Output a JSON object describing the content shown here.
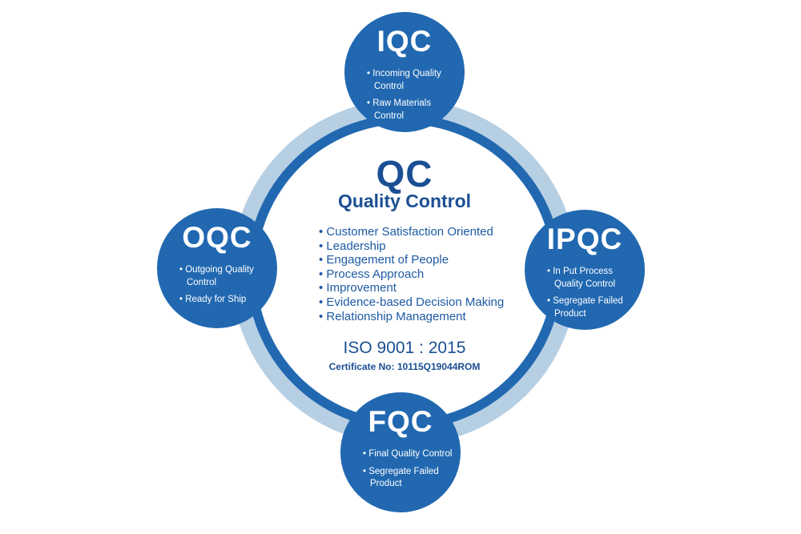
{
  "center": {
    "abbreviation": "QC",
    "name": "Quality Control",
    "principles": [
      "Customer Satisfaction Oriented",
      "Leadership",
      "Engagement of People",
      "Process Approach",
      "Improvement",
      "Evidence-based Decision Making",
      "Relationship Management"
    ],
    "standard": "ISO 9001 : 2015",
    "certificate": "Certificate No: 10115Q19044ROM"
  },
  "nodes": {
    "iqc": {
      "title": "IQC",
      "items": [
        "Incoming Quality Control",
        "Raw Materials Control"
      ]
    },
    "oqc": {
      "title": "OQC",
      "items": [
        "Outgoing Quality Control",
        "Ready for Ship"
      ]
    },
    "ipqc": {
      "title": "IPQC",
      "items": [
        "In Put Process Quality Control",
        "Segregate Failed Product"
      ]
    },
    "fqc": {
      "title": "FQC",
      "items": [
        "Final Quality Control",
        "Segregate Failed Product"
      ]
    }
  },
  "colors": {
    "primary_blue": "#2168b1",
    "ring_light_blue": "#b7cfe3",
    "text_blue": "#1b4f93"
  }
}
